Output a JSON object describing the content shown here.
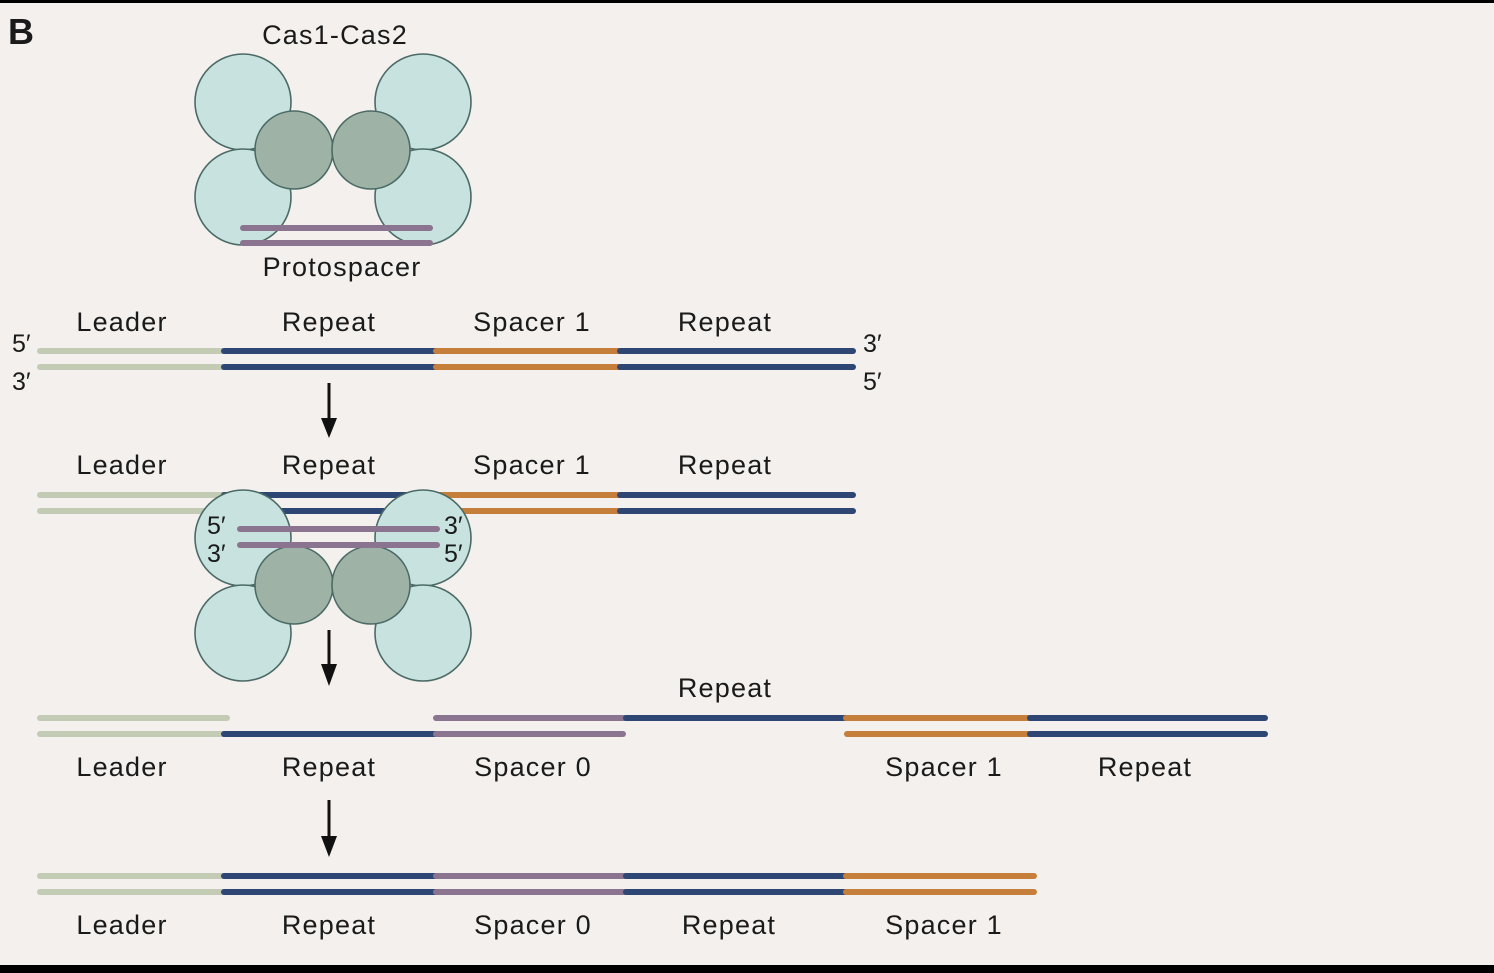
{
  "panel_letter": "B",
  "complex": {
    "name": "Cas1-Cas2",
    "cargo_label": "Protospacer"
  },
  "colors": {
    "background": "#f3f0ed",
    "leader": "#c3cbb5",
    "repeat": "#2e4674",
    "spacer1": "#c57f3a",
    "spacer0": "#8a7490",
    "cas1": "#c8e3df",
    "cas2": "#9eb2a6",
    "outline": "#4b6a66"
  },
  "step1": {
    "labels": {
      "leader": "Leader",
      "repeat1": "Repeat",
      "spacer1": "Spacer 1",
      "repeat2": "Repeat"
    },
    "ends": {
      "top_left": "5′",
      "bottom_left": "3′",
      "top_right": "3′",
      "bottom_right": "5′"
    }
  },
  "step2": {
    "labels": {
      "leader": "Leader",
      "repeat1": "Repeat",
      "spacer1": "Spacer 1",
      "repeat2": "Repeat"
    },
    "ends": {
      "top_left": "5′",
      "bottom_left": "3′",
      "top_right": "3′",
      "bottom_right": "5′"
    }
  },
  "step3": {
    "labels": {
      "repeat_top": "Repeat",
      "leader": "Leader",
      "repeat1": "Repeat",
      "spacer0": "Spacer 0",
      "spacer1": "Spacer 1",
      "repeat2": "Repeat"
    }
  },
  "step4": {
    "labels": {
      "leader": "Leader",
      "repeat1": "Repeat",
      "spacer0": "Spacer 0",
      "repeat2": "Repeat",
      "spacer1": "Spacer 1"
    }
  }
}
